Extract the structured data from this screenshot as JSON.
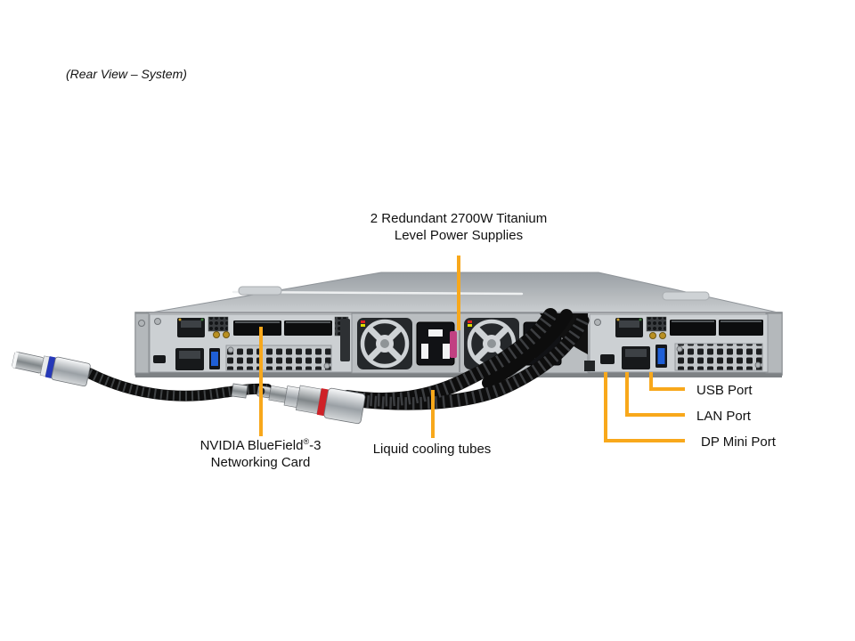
{
  "title": "(Rear View – System)",
  "colors": {
    "background": "#FFFFFF",
    "callout_line": "#F8A81B",
    "label_text": "#111111",
    "chassis_gray": "#BFC3C6",
    "port_dark": "#17191B",
    "usb_blue": "#1F5FD6",
    "psu_clip_pink": "#C14082",
    "coolant_ring_red": "#CF2127",
    "coolant_ring_blue": "#2638B8"
  },
  "callouts": {
    "power": {
      "line1": "2 Redundant 2700W Titanium",
      "line2": "Level Power Supplies"
    },
    "usb_port": {
      "label": "USB Port"
    },
    "lan_port": {
      "label": "LAN Port"
    },
    "dp_mini_port": {
      "label": "DP Mini Port"
    },
    "networking_card": {
      "name": "NVIDIA BlueField",
      "reg_mark": "®",
      "suffix": "-3",
      "line2": "Networking Card"
    },
    "liquid_cooling": {
      "label": "Liquid cooling tubes"
    }
  }
}
